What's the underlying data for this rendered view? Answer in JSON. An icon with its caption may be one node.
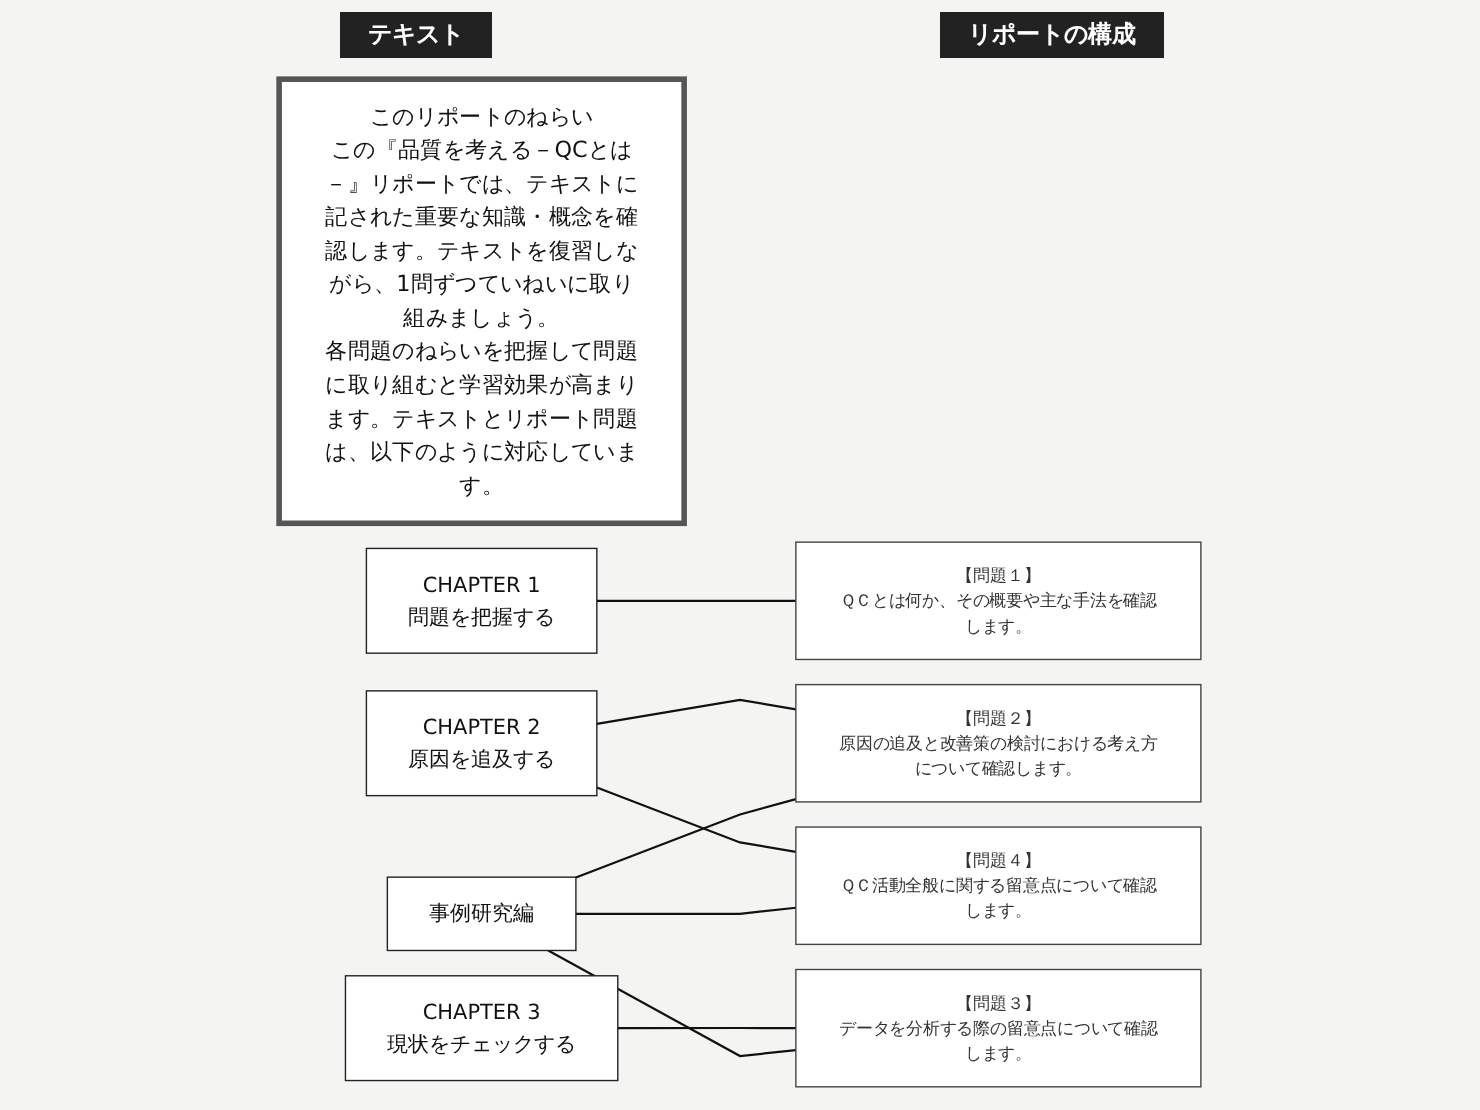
{
  "diagram": {
    "nodes": [
      {
        "text": [
          "このリポートのねらい",
          "この『品質を考える－QCとは－』リポートでは、テキストに記された重要な知識・概念を確認します。テキストを復習しながら、1問ずつていねいに取り組みましょう。",
          "各問題のねらいを把握して問題に取り組むと学習効果が高まります。テキストとリポート問題は、以下のように対応しています。"
        ]
      },
      {
        "text": [
          "CHAPTER 1",
          "問題を把握する"
        ]
      },
      {
        "text": [
          "CHAPTER 2",
          "原因を追及する"
        ]
      },
      {
        "text": [
          "CHAPTER 3",
          "現状をチェックする"
        ]
      },
      {
        "text": [
          "事例研究編"
        ]
      },
      {
        "text": [
          "【問題１】",
          "ＱＣとは何か、その概要や主な手法を確認します。"
        ]
      },
      {
        "text": [
          "【問題２】",
          "原因の追及と改善策の検討における考え方について確認します。"
        ]
      },
      {
        "text": [
          "【問題３】",
          "データを分析する際の留意点について確認します。"
        ]
      },
      {
        "text": [
          "【問題４】",
          "ＱＣ活動全般に関する留意点について確認します。"
        ]
      }
    ],
    "edges": [
      {
        "from": 1,
        "to": 5,
        "arrow": "none"
      },
      {
        "from": 2,
        "to": 6,
        "arrow": "none"
      },
      {
        "from": 4,
        "to": 6,
        "arrow": "none"
      },
      {
        "from": 2,
        "to": 8,
        "arrow": "none"
      },
      {
        "from": 3,
        "to": 7,
        "arrow": "none"
      },
      {
        "from": 4,
        "to": 7,
        "arrow": "none"
      },
      {
        "from": 4,
        "to": 8,
        "arrow": "none"
      }
    ],
    "labels": [
      "リポートの構成",
      "テキスト"
    ]
  }
}
